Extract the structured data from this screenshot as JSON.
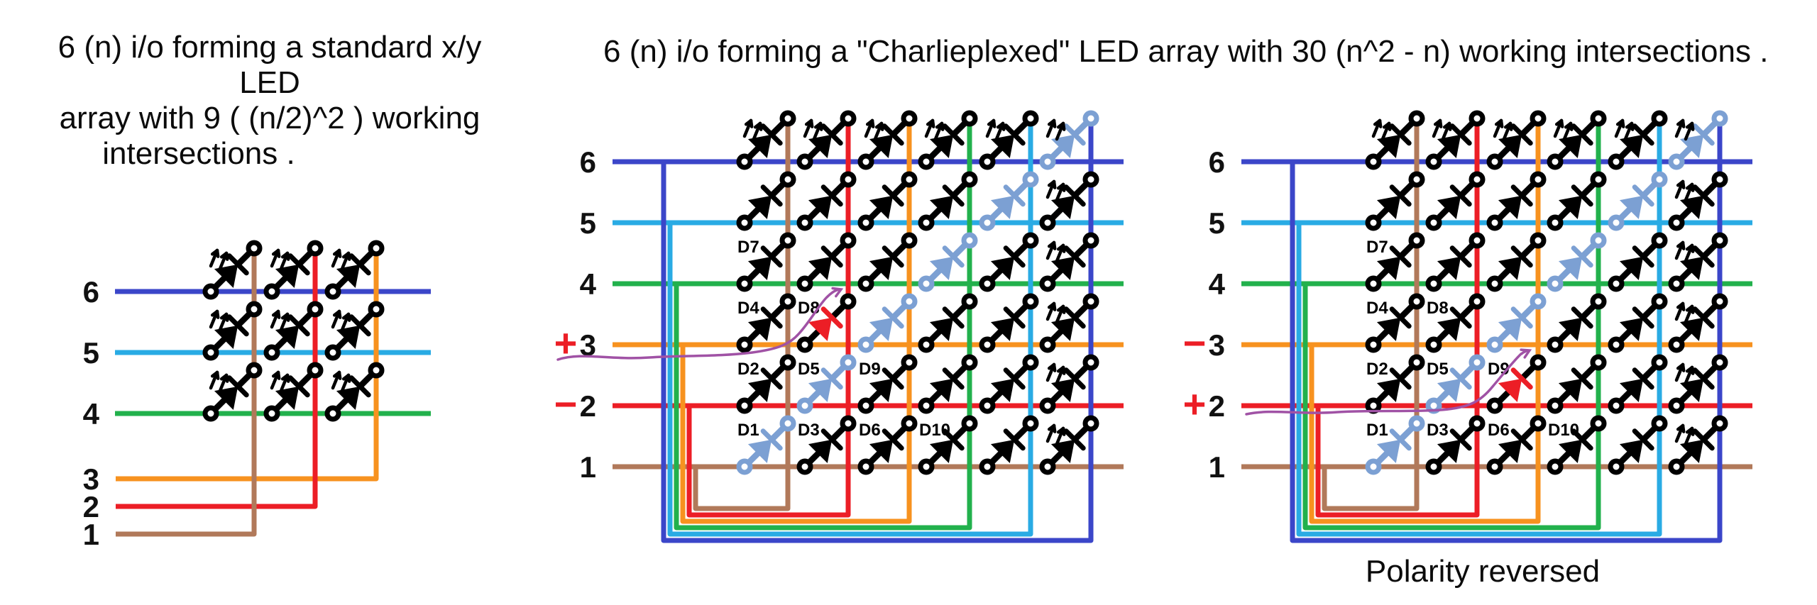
{
  "titles": {
    "left_lines": [
      "6 (n)  i/o forming a standard x/y LED",
      "array with 9 ( (n/2)^2 ) working",
      "intersections ."
    ],
    "charlieplexed": "6 (n) i/o forming a \"Charlieplexed\"  LED  array with 30 (n^2 - n) working intersections ."
  },
  "symbols": {
    "plus": "+",
    "minus": "−"
  },
  "io_lines": [
    {
      "n": 1,
      "name": "brown",
      "color": "#B1795A"
    },
    {
      "n": 2,
      "name": "red",
      "color": "#EC1E26"
    },
    {
      "n": 3,
      "name": "orange",
      "color": "#F7921F"
    },
    {
      "n": 4,
      "name": "green",
      "color": "#22B14C"
    },
    {
      "n": 5,
      "name": "cyan",
      "color": "#29ABE4"
    },
    {
      "n": 6,
      "name": "blue",
      "color": "#3B46C9"
    }
  ],
  "led_colors": {
    "normal": "#000000",
    "skipped": "#7CA0D3",
    "lit": "#EC1E26",
    "arrow": "#000000"
  },
  "annotation_color": "#A052A5",
  "polarity_color": "#EC1E26",
  "diagrams": {
    "left_array": {
      "row_labels": [
        "6",
        "5",
        "4"
      ],
      "stub_labels": [
        "3",
        "2",
        "1"
      ],
      "leds_per_row": 3
    },
    "center": {
      "row_labels": [
        "6",
        "5",
        "4",
        "3",
        "2",
        "1"
      ],
      "polarity": {
        "plus_row": 3,
        "minus_row": 2
      },
      "lit_led": "D8",
      "skipped_rule": "diagonal"
    },
    "right": {
      "row_labels": [
        "6",
        "5",
        "4",
        "3",
        "2",
        "1"
      ],
      "polarity": {
        "plus_row": 2,
        "minus_row": 3
      },
      "lit_led": "D9",
      "skipped_rule": "diagonal",
      "caption": "Polarity reversed"
    }
  },
  "led_labels": [
    {
      "name": "D1",
      "row": 1,
      "col": 1
    },
    {
      "name": "D2",
      "row": 2,
      "col": 1
    },
    {
      "name": "D3",
      "row": 1,
      "col": 2
    },
    {
      "name": "D4",
      "row": 3,
      "col": 1
    },
    {
      "name": "D5",
      "row": 2,
      "col": 2
    },
    {
      "name": "D6",
      "row": 1,
      "col": 3
    },
    {
      "name": "D7",
      "row": 4,
      "col": 1
    },
    {
      "name": "D8",
      "row": 3,
      "col": 2
    },
    {
      "name": "D9",
      "row": 2,
      "col": 3
    },
    {
      "name": "D10",
      "row": 1,
      "col": 4
    }
  ]
}
